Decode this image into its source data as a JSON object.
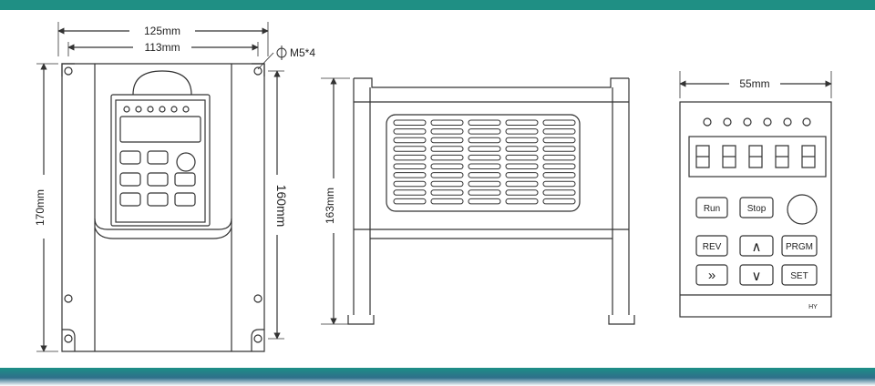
{
  "colors": {
    "accent_bar": "#1f8f84",
    "line": "#333333"
  },
  "front_view": {
    "width_outer": "125mm",
    "width_inner": "113mm",
    "height_outer": "170mm",
    "height_inner": "160mm",
    "mount_hole": "M5*4",
    "diameter_symbol": "φ"
  },
  "side_view": {
    "height": "163mm"
  },
  "keypad_view": {
    "width": "55mm",
    "buttons": {
      "run": "Run",
      "stop": "Stop",
      "rev": "REV",
      "prgm": "PRGM",
      "set": "SET",
      "fwd_icon": "»",
      "up_icon": "∧",
      "down_icon": "∨"
    },
    "brand": "HY"
  }
}
